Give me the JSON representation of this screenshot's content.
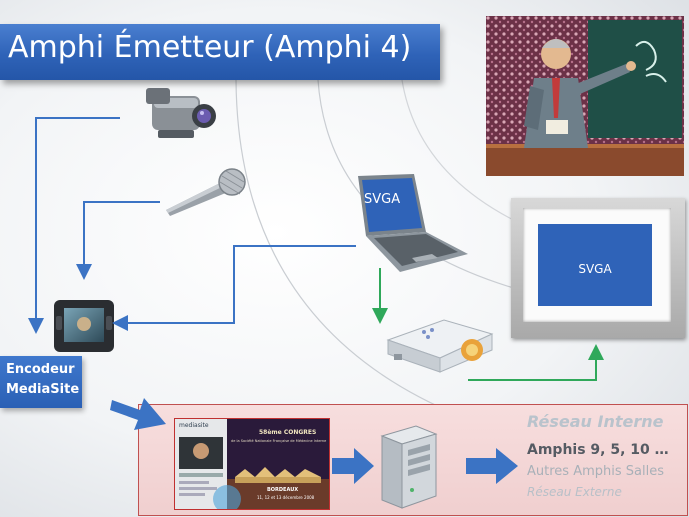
{
  "title": "Amphi Émetteur (Amphi 4)",
  "encoder": {
    "line1": "Encodeur",
    "line2": "MediaSite"
  },
  "laptop_label": "SVGA",
  "screen_label": "SVGA",
  "network": {
    "title": "Réseau Interne",
    "line1": "Amphis 9, 5, 10 …",
    "line2": "Autres Amphis Salles",
    "line3": "Réseau Externe"
  },
  "mediasite_screenshot": {
    "brand": "mediasite",
    "heading": "58ème CONGRES",
    "subheading": "de la Société Nationale Française de Médecine Interne",
    "city": "BORDEAUX",
    "dates": "11, 12 et 13 décembre 2008"
  },
  "colors": {
    "title_blue": "#2f63b8",
    "flow_blue": "#3b73c4",
    "flow_green": "#2fa85a",
    "network_fill": "#f3d6d6",
    "network_border": "#c05050"
  }
}
